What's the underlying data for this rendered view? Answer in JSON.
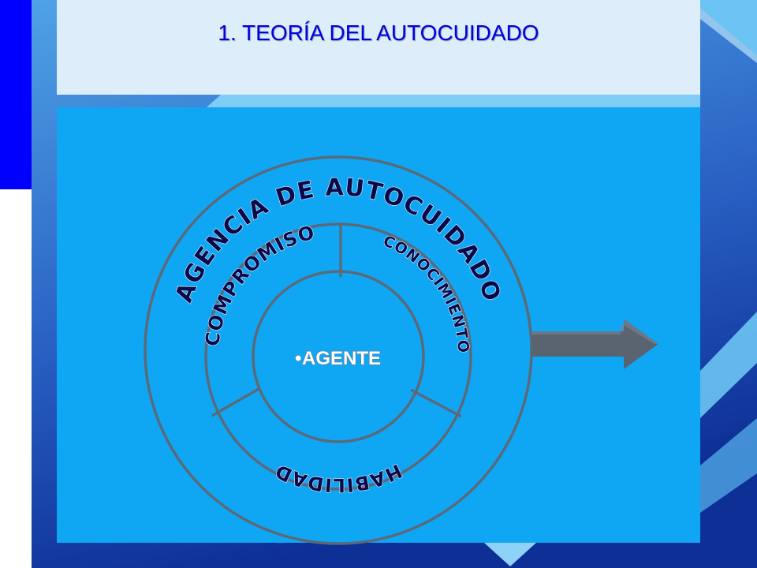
{
  "slide": {
    "title": "1. TEORÍA DEL AUTOCUIDADO",
    "colors": {
      "title_text": "#0000e0",
      "title_box": "#ddeefa",
      "content_panel": "#0fa7f4",
      "left_bar": "#0000ff",
      "ring_stroke": "#5a6a7a",
      "arrow": "#5a6470"
    }
  },
  "diagram": {
    "outer_ring_label": "AGENCIA DE AUTOCUIDADO",
    "segments": [
      {
        "label": "COMPROMISO"
      },
      {
        "label": "CONOCIMIENTO"
      },
      {
        "label": "HABILIDAD"
      }
    ],
    "center_bullet": "•",
    "center_label": "AGENTE",
    "arrow_icon": "right-arrow-icon"
  }
}
